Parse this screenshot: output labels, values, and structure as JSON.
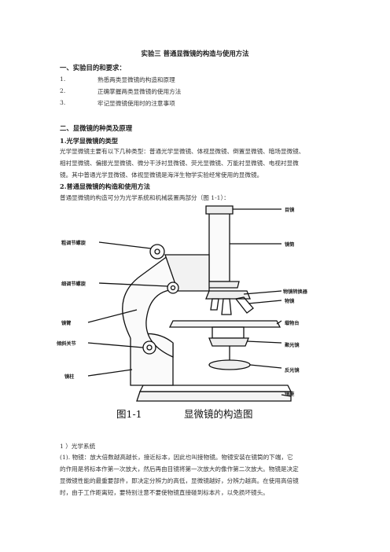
{
  "title": "实验三   普通显微镜的构造与使用方法",
  "section1": {
    "heading": "一、实验目的和要求：",
    "items": [
      {
        "num": "1.",
        "text": "熟悉两类显微镜的构造和原理"
      },
      {
        "num": "2.",
        "text": "正确掌握两类显微镜的使用方法"
      },
      {
        "num": "3.",
        "text": "牢记显微镜使用时的注意事项"
      }
    ]
  },
  "section2": {
    "heading": "二、显微镜的种类及原理",
    "sub1": {
      "heading": "1.光学显微镜的类型",
      "lines": [
        "光学显微镜主要有以下几种类型：普通光学显微镜、体视显微镜、倒置显微镜、暗场显微镜、",
        "相衬显微镜、偏振光显微镜、微分干涉衬显微镜、荧光显微镜、万能衬显微镜、电视衬显微",
        "镜。其中普通光学显微镜、体视显微镜是海洋生物学实验经常使用的显微镜。"
      ]
    },
    "sub2": {
      "heading": "2.普通显微镜的构造和使用方法",
      "lines": [
        "普通显微镜的构造可分为光学系统和机械装置两部分（图 1-1）："
      ]
    }
  },
  "figure": {
    "labels_left": [
      "粗调节螺旋",
      "细调节螺旋",
      "镜臂",
      "倾斜关节",
      "镜柱"
    ],
    "labels_right": [
      "目镜",
      "镜筒",
      "物镜转换器",
      "物镜",
      "载物台",
      "聚光镜",
      "反光镜",
      "镜座"
    ],
    "caption_num": "图1-1",
    "caption_text": "显微镜的构造图"
  },
  "section3": {
    "heading": "1 ）光学系统",
    "lines": [
      "(1). 物镜：放大倍数越高越长，接近标本，因此也叫接物镜。物镜安装在镜筒的下端，它",
      "的作用是将标本作第一次放大，然后再由目镜将第一次放大的像作第二次放大。物镜是决定",
      "显微镜性能的最重要部件，即决定分辨力的高低，显微镜越好，分辨力越高。在使用高倍镜",
      "时，由于工作距离短，要特别注意不要使物镜直接碰到标本片，以免损坏镜头。"
    ]
  }
}
